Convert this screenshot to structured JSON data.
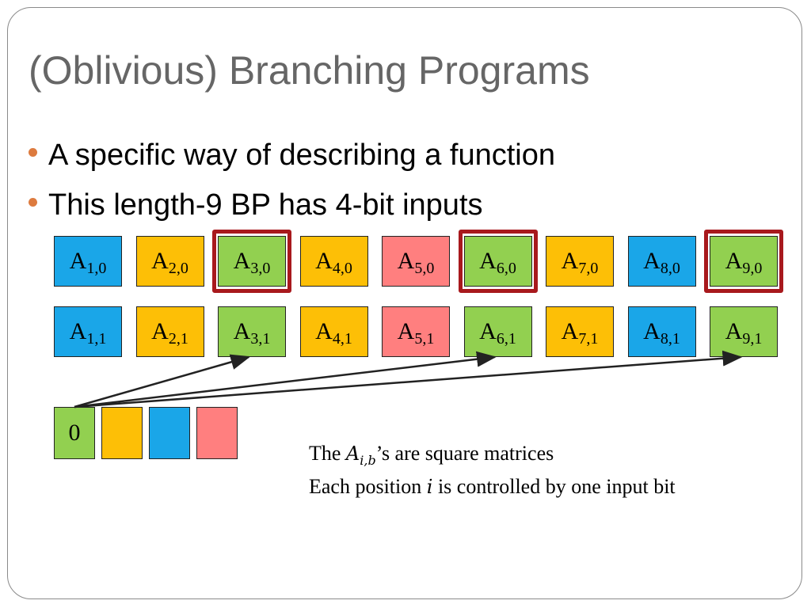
{
  "slide": {
    "title": "(Oblivious) Branching Programs",
    "bullets": [
      "A specific way of describing a function",
      "This length-9 BP has 4-bit inputs"
    ]
  },
  "matrices": {
    "letter": "A",
    "row0_subscripts": [
      "1,0",
      "2,0",
      "3,0",
      "4,0",
      "5,0",
      "6,0",
      "7,0",
      "8,0",
      "9,0"
    ],
    "row1_subscripts": [
      "1,1",
      "2,1",
      "3,1",
      "4,1",
      "5,1",
      "6,1",
      "7,1",
      "8,1",
      "9,1"
    ],
    "position_colors": [
      "blue",
      "orange",
      "green",
      "orange",
      "red",
      "green",
      "orange",
      "blue",
      "green"
    ],
    "highlighted_positions": [
      3,
      6,
      9
    ]
  },
  "input_bits": {
    "cells": [
      {
        "label": "0",
        "color": "green"
      },
      {
        "label": "",
        "color": "orange"
      },
      {
        "label": "",
        "color": "blue"
      },
      {
        "label": "",
        "color": "red"
      }
    ],
    "arrow_targets": [
      "3,1",
      "6,1",
      "9,1"
    ]
  },
  "notes": {
    "line1_prefix": "The ",
    "line1_symbol": "A",
    "line1_symbol_sub": "i,b",
    "line1_suffix": "’s are square matrices",
    "line2_prefix": "Each position ",
    "line2_symbol": "i",
    "line2_suffix": " is controlled by one input bit"
  },
  "colors": {
    "blue": "#1aa6e8",
    "orange": "#fdbf06",
    "green": "#92d050",
    "red": "#ff7f7f",
    "highlight": "#a8191d",
    "bullet": "#dd7b3f",
    "title": "#666666"
  }
}
